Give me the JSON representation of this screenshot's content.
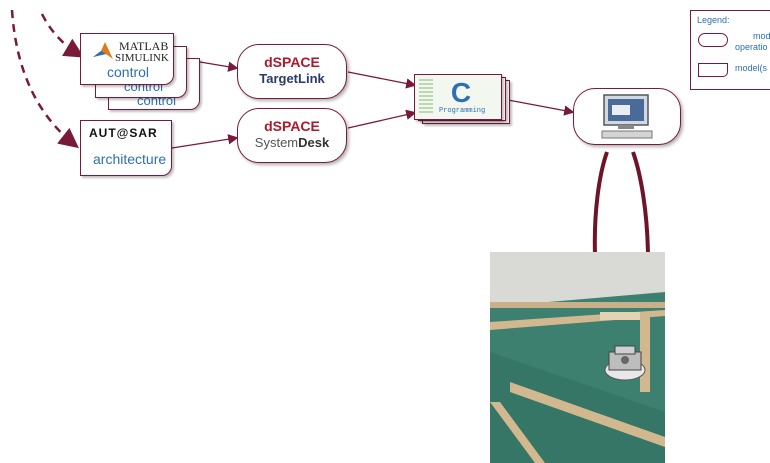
{
  "matlab": {
    "line1": "MATLAB",
    "line2": "SIMULINK",
    "label": "control"
  },
  "stack_labels": [
    "control",
    "control"
  ],
  "autosar": {
    "logo": "AUT@SAR",
    "label": "architecture"
  },
  "targetlink": {
    "top": "dSPACE",
    "bottom": "TargetLink"
  },
  "systemdesk": {
    "top": "dSPACE",
    "bottom_a": "System",
    "bottom_b": "Desk"
  },
  "c_box": {
    "letter": "C",
    "caption": "Programming"
  },
  "legend": {
    "title": "Legend:",
    "row1_line1": "mode",
    "row1_line2": "operatio",
    "row2": "model(s"
  },
  "colors": {
    "arrow": "#7a1a3a",
    "label_blue": "#2c6fb6",
    "dspace_red": "#b0192b"
  }
}
